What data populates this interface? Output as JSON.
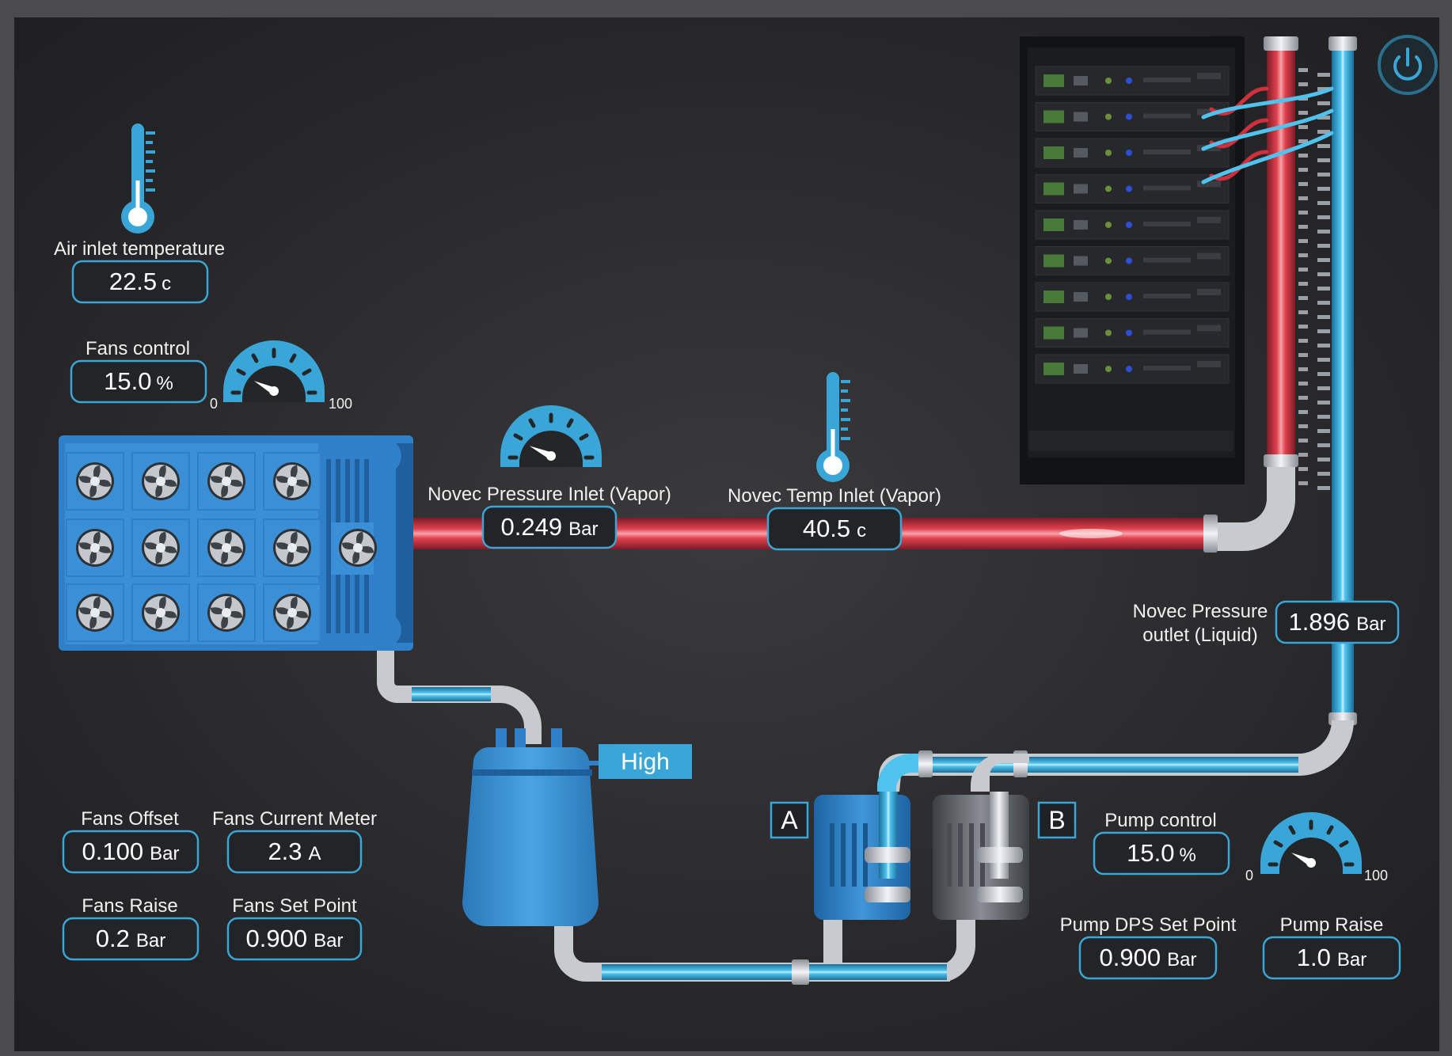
{
  "colors": {
    "accent": "#3aa6d8",
    "hot_pipe": "#c8283a",
    "cold_pipe": "#4fc3ee",
    "background": "#242426"
  },
  "icons": {
    "power": "power-icon",
    "thermometer": "thermometer-icon",
    "gauge": "gauge-icon",
    "fan": "fan-icon"
  },
  "air_inlet": {
    "label": "Air inlet temperature",
    "value": "22.5",
    "unit": "c"
  },
  "fans_control": {
    "label": "Fans control",
    "value": "15.0",
    "unit": "%",
    "gauge_min": "0",
    "gauge_max": "100",
    "level_percent": 15
  },
  "novec_pressure_inlet": {
    "label": "Novec Pressure Inlet (Vapor)",
    "value": "0.249",
    "unit": "Bar"
  },
  "novec_temp_inlet": {
    "label": "Novec Temp Inlet (Vapor)",
    "value": "40.5",
    "unit": "c"
  },
  "novec_pressure_outlet": {
    "label_line1": "Novec Pressure",
    "label_line2": "outlet (Liquid)",
    "value": "1.896",
    "unit": "Bar"
  },
  "tank": {
    "level_label": "High"
  },
  "pumps": {
    "a_label": "A",
    "b_label": "B"
  },
  "fans_offset": {
    "label": "Fans Offset",
    "value": "0.100",
    "unit": "Bar"
  },
  "fans_current": {
    "label": "Fans Current Meter",
    "value": "2.3",
    "unit": "A"
  },
  "fans_raise": {
    "label": "Fans Raise",
    "value": "0.2",
    "unit": "Bar"
  },
  "fans_set_point": {
    "label": "Fans Set Point",
    "value": "0.900",
    "unit": "Bar"
  },
  "pump_control": {
    "label": "Pump control",
    "value": "15.0",
    "unit": "%",
    "gauge_min": "0",
    "gauge_max": "100",
    "level_percent": 15
  },
  "pump_dps_set_point": {
    "label": "Pump DPS Set Point",
    "value": "0.900",
    "unit": "Bar"
  },
  "pump_raise": {
    "label": "Pump Raise",
    "value": "1.0",
    "unit": "Bar"
  }
}
